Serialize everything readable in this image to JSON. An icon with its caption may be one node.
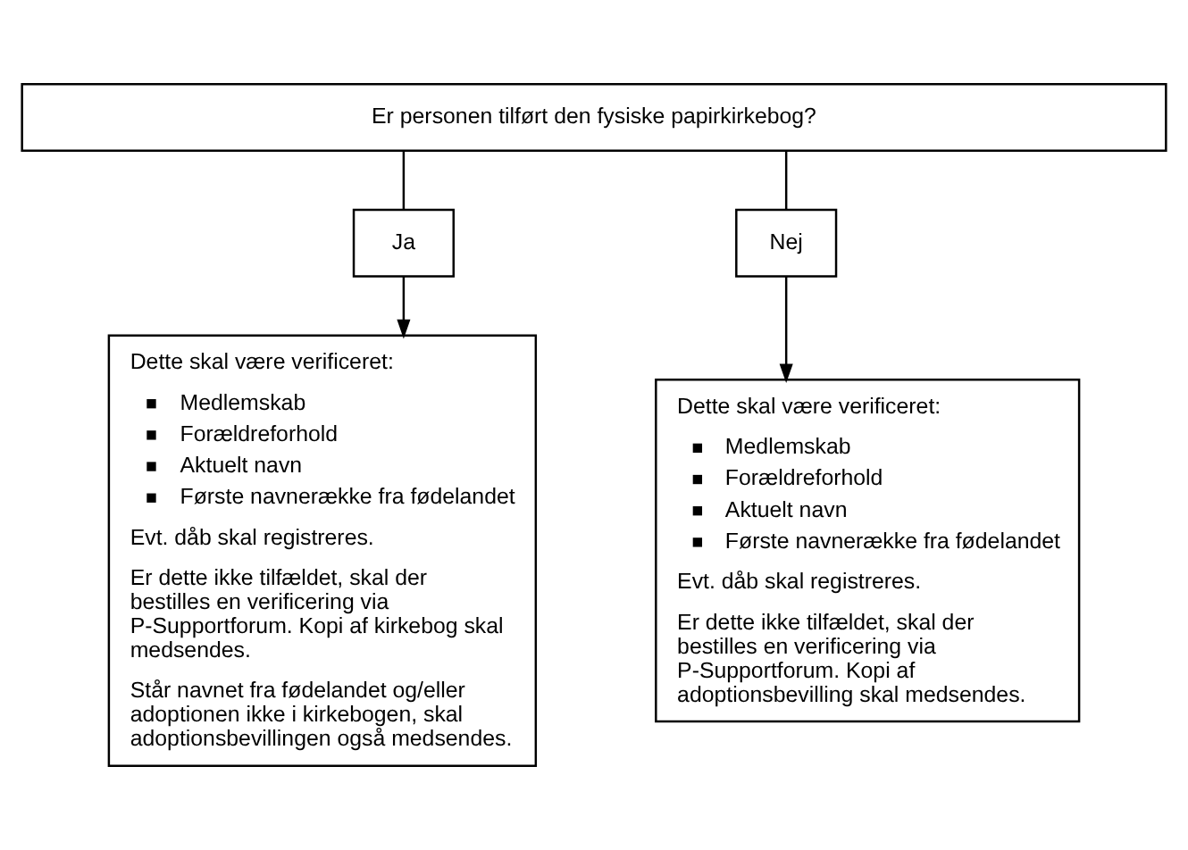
{
  "diagram": {
    "nodes": [
      {
        "text": [
          "Er personen tilført den fysiske papirkirkebog?"
        ]
      },
      {
        "text": [
          "Ja"
        ]
      },
      {
        "text": [
          "Nej"
        ]
      },
      {
        "text": [
          "Dette skal være verificeret:",
          "Medlemskab",
          "Forældreforhold",
          "Aktuelt navn",
          "Første navnerække fra fødelandet",
          "Evt. dåb skal registreres.",
          "Er dette ikke tilfældet, skal der bestilles en verificering via P-Supportforum. Kopi af kirkebog skal medsendes.",
          "Står navnet fra fødelandet og/eller adoptionen ikke i kirkebogen, skal adoptionsbevillingen også medsendes."
        ]
      },
      {
        "text": [
          "Dette skal være verificeret:",
          "Medlemskab",
          "Forældreforhold",
          "Aktuelt navn",
          "Første navnerække fra fødelandet",
          "Evt. dåb skal registreres.",
          "Er dette ikke tilfældet, skal der bestilles en verificering via P-Supportforum. Kopi af adoptionsbevilling skal medsendes."
        ]
      }
    ],
    "edges": [
      {
        "from": 0,
        "to": 1,
        "arrow": "none"
      },
      {
        "from": 0,
        "to": 2,
        "arrow": "none"
      },
      {
        "from": 1,
        "to": 3,
        "arrow": "to"
      },
      {
        "from": 2,
        "to": 4,
        "arrow": "to"
      }
    ]
  }
}
